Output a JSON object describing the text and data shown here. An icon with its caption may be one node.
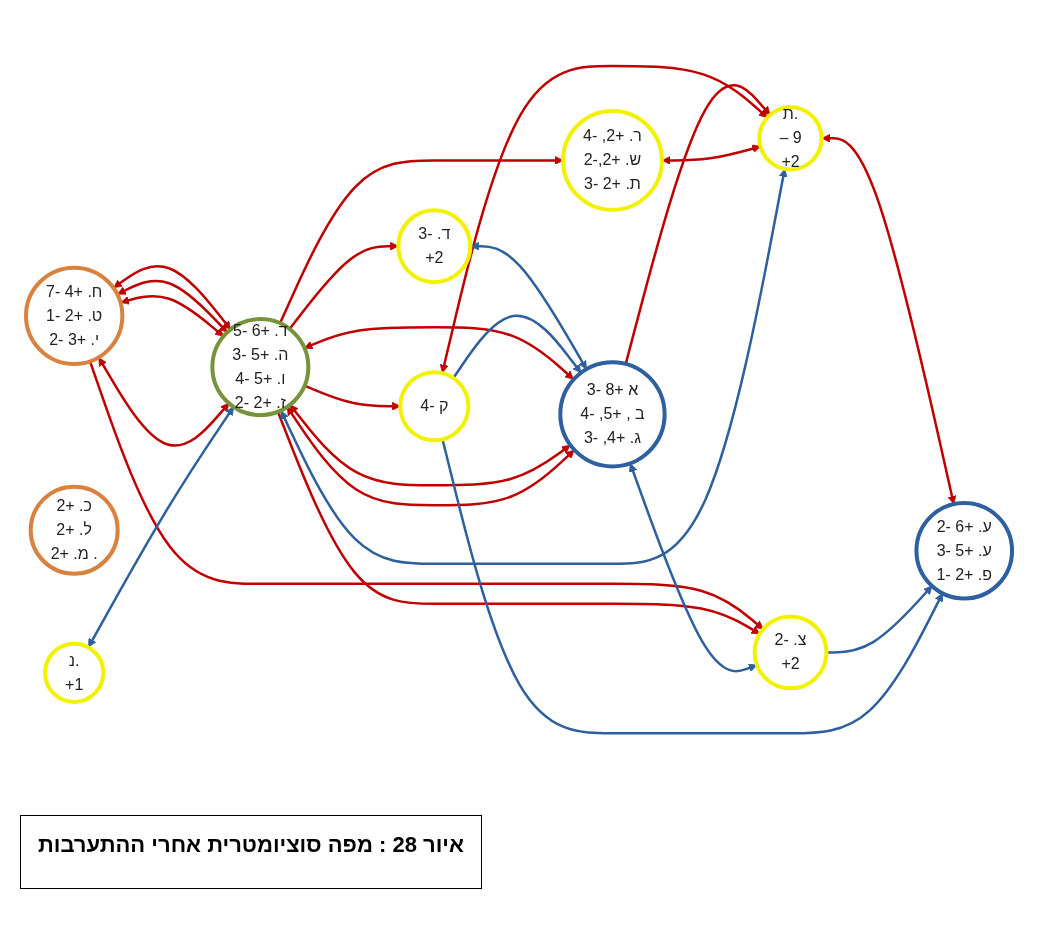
{
  "diagram": {
    "caption": "איור 28 : מפה סוציומטרית אחרי ההתערבות",
    "nodes": [
      {
        "text": [
          "ח. +4 -7",
          "ט. +2 -1",
          "י. +3 -2"
        ]
      },
      {
        "text": [
          "כ. +2",
          "ל. +2",
          "מ. +2 ."
        ]
      },
      {
        "text": [
          "ד. +6 -5",
          "ה. +5 -3",
          "ו. +5 -4",
          "ז. +2 -2"
        ]
      },
      {
        "text": [
          "נ.",
          "+1"
        ]
      },
      {
        "text": [
          "ת.",
          "– 9",
          "+2"
        ]
      },
      {
        "text": [
          "ד. -3",
          "+2"
        ]
      },
      {
        "text": [
          "א +8 -3",
          "ב , +5, -4",
          "ג. +4, -3"
        ]
      },
      {
        "text": [
          "צ. -2",
          "+2"
        ]
      },
      {
        "text": [
          "ע. +6 -2",
          "ע. +5 -3",
          "פ. +2 -1"
        ]
      },
      {
        "text": [
          "ק -4"
        ]
      },
      {
        "text": [
          "ר. +2, -4",
          "ש. +2,-2",
          "ת. +2 -3"
        ]
      }
    ],
    "edges": [
      {
        "from": 0,
        "to": 2,
        "arrow": "both"
      },
      {
        "from": 0,
        "to": 2,
        "arrow": "both"
      },
      {
        "from": 0,
        "to": 2,
        "arrow": "both"
      },
      {
        "from": 0,
        "to": 2,
        "arrow": "both"
      },
      {
        "from": 2,
        "to": 5,
        "arrow": "to"
      },
      {
        "from": 6,
        "to": 2,
        "arrow": "both"
      },
      {
        "from": 6,
        "to": 2,
        "arrow": "both"
      },
      {
        "from": 6,
        "to": 2,
        "arrow": "both"
      },
      {
        "from": 0,
        "to": 7,
        "arrow": "to"
      },
      {
        "from": 2,
        "to": 7,
        "arrow": "to"
      },
      {
        "from": 6,
        "to": 4,
        "arrow": "to"
      },
      {
        "from": 4,
        "to": 8,
        "arrow": "both"
      },
      {
        "from": 9,
        "to": 4,
        "arrow": "both"
      },
      {
        "from": 10,
        "to": 4,
        "arrow": "both"
      },
      {
        "from": 2,
        "to": 10,
        "arrow": "to"
      },
      {
        "from": 2,
        "to": 9,
        "arrow": "to"
      },
      {
        "from": 3,
        "to": 2,
        "arrow": "both",
        "color": "#2e5f9e"
      },
      {
        "from": 2,
        "to": 4,
        "arrow": "both",
        "color": "#2e5f9e"
      },
      {
        "from": 5,
        "to": 6,
        "arrow": "both",
        "color": "#2e5f9e"
      },
      {
        "from": 6,
        "to": 7,
        "arrow": "both",
        "color": "#2e5f9e"
      },
      {
        "from": 7,
        "to": 8,
        "arrow": "to",
        "color": "#2e5f9e"
      },
      {
        "from": 9,
        "to": 8,
        "arrow": "to",
        "color": "#2e5f9e"
      },
      {
        "from": 9,
        "to": 6,
        "arrow": "to",
        "color": "#2e5f9e"
      }
    ]
  }
}
